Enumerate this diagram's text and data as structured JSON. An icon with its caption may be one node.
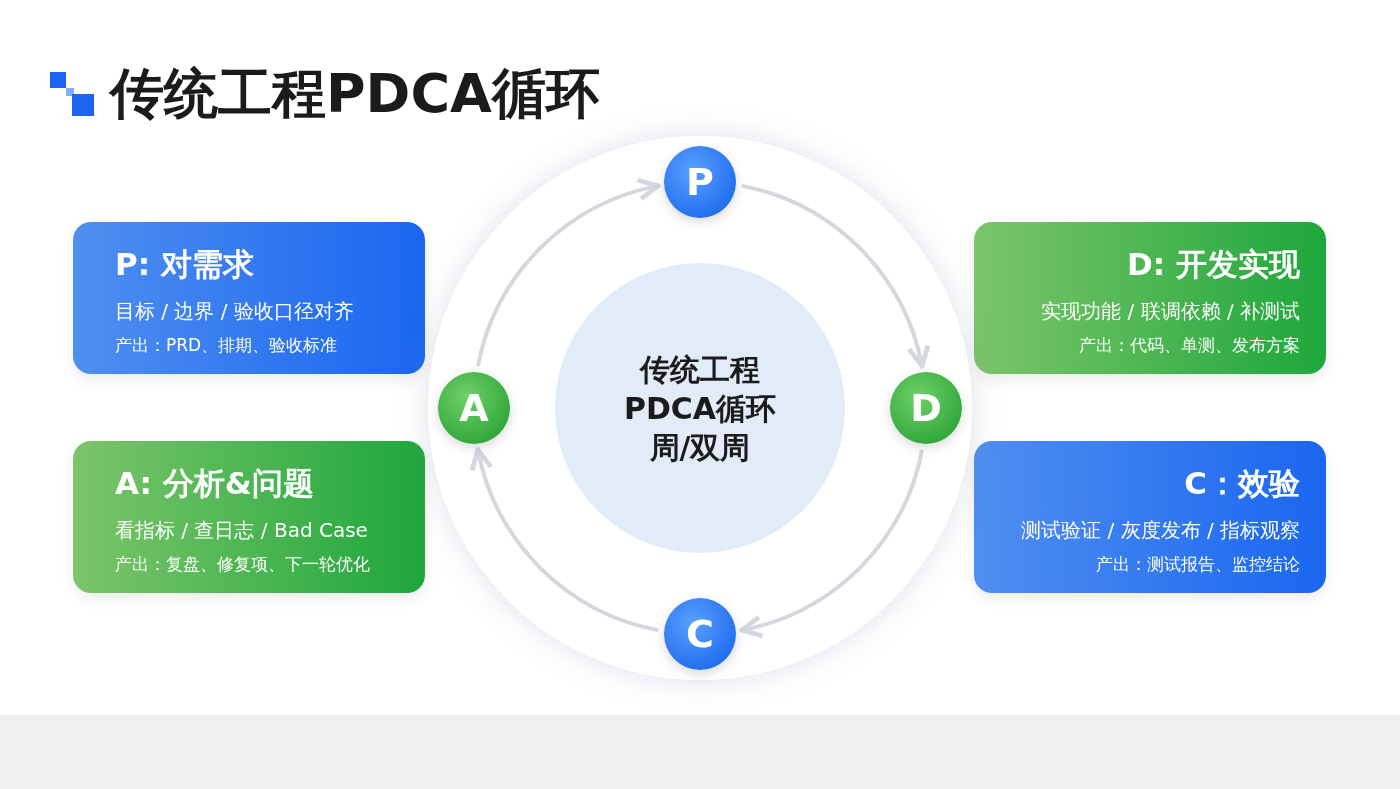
{
  "diagram": {
    "title": "传统工程PDCA循环",
    "nodes": [
      {
        "text": [
          "P"
        ]
      },
      {
        "text": [
          "D"
        ]
      },
      {
        "text": [
          "C"
        ]
      },
      {
        "text": [
          "A"
        ]
      },
      {
        "text": [
          "传统工程PDCA循环周/双周"
        ]
      },
      {
        "text": [
          "P: 对需求",
          "目标 / 边界 / 验收口径对齐",
          "产出：PRD、排期、验收标准"
        ]
      },
      {
        "text": [
          "D: 开发实现",
          "实现功能 / 联调依赖 / 补测试",
          "产出：代码、单测、发布方案"
        ]
      },
      {
        "text": [
          "A: 分析&问题",
          "看指标 / 查日志 / Bad Case",
          "产出：复盘、修复项、下一轮优化"
        ]
      },
      {
        "text": [
          "C：效验",
          "测试验证 / 灰度发布 / 指标观察",
          "产出：测试报告、监控结论"
        ]
      }
    ],
    "edges": [
      {
        "from": 0,
        "to": 1,
        "arrow": "to"
      },
      {
        "from": 1,
        "to": 2,
        "arrow": "to"
      },
      {
        "from": 2,
        "to": 3,
        "arrow": "to"
      },
      {
        "from": 3,
        "to": 0,
        "arrow": "to"
      }
    ]
  }
}
